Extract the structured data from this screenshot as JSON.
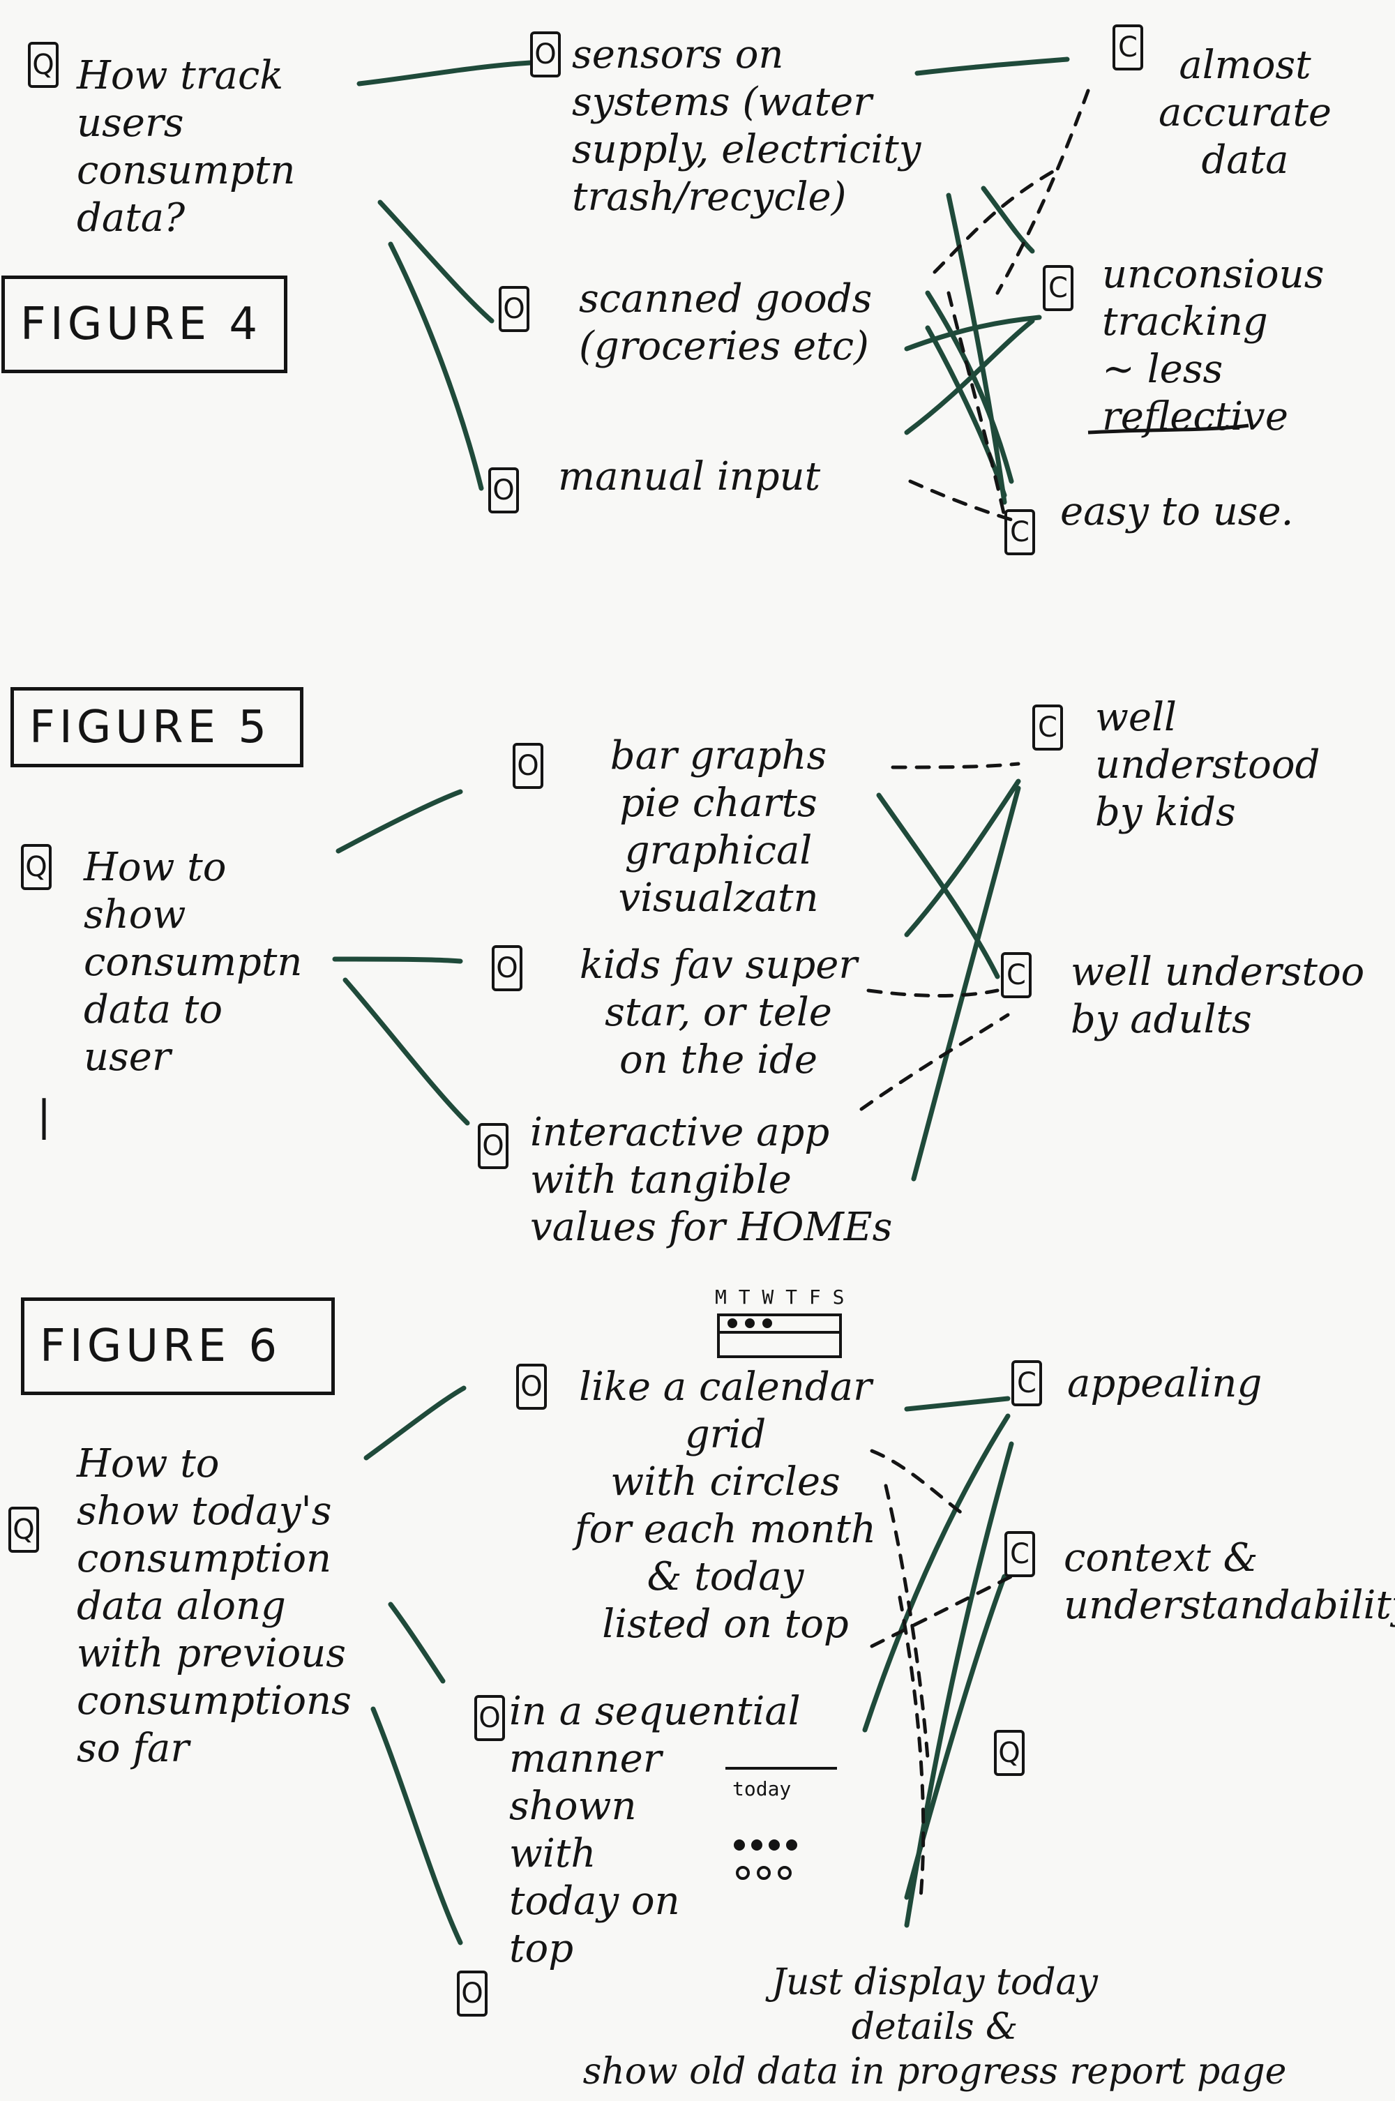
{
  "colors": {
    "ink": "#141414",
    "green_ink": "#1f4a3a",
    "paper": "#f8f8f6"
  },
  "figure4": {
    "label": "FIGURE 4",
    "question": {
      "tag": "Q",
      "text": "How track\nusers consumptn\ndata?"
    },
    "options": [
      {
        "tag": "O",
        "text": "sensors on\nsystems (water\nsupply, electricity\ntrash/recycle)"
      },
      {
        "tag": "O",
        "text": "scanned goods\n(groceries etc)"
      },
      {
        "tag": "O",
        "text": "manual input"
      }
    ],
    "criteria": [
      {
        "tag": "C",
        "text": "almost\naccurate\ndata"
      },
      {
        "tag": "C",
        "text": "unconsious\ntracking\n~ less\nreflective"
      },
      {
        "tag": "C",
        "text": "easy to use."
      }
    ]
  },
  "figure5": {
    "label": "FIGURE 5",
    "question": {
      "tag": "Q",
      "text": "How to\nshow consumptn\ndata to\nuser"
    },
    "options": [
      {
        "tag": "O",
        "text": "bar graphs\npie charts\ngraphical\nvisualzatn"
      },
      {
        "tag": "O",
        "text": "kids fav super\nstar, or tele\non the ide"
      },
      {
        "tag": "O",
        "text": "interactive app\nwith tangible\nvalues for HOMEs"
      }
    ],
    "criteria": [
      {
        "tag": "C",
        "text": "well\nunderstood\nby kids"
      },
      {
        "tag": "C",
        "text": "well understoo\nby adults"
      }
    ],
    "stray_mark": "|"
  },
  "figure6": {
    "label": "FIGURE 6",
    "question": {
      "tag": "Q",
      "text": "How to\nshow today's\nconsumption\ndata along\nwith previous\nconsumptions\nso far"
    },
    "options": [
      {
        "tag": "O",
        "text": "like a calendar\ngrid\nwith circles\nfor each month\n& today\nlisted on top"
      },
      {
        "tag": "O",
        "text": "in a sequential\nmanner\nshown\nwith\ntoday on\ntop"
      },
      {
        "tag": "O",
        "text": "Just display today\ndetails &\nshow old data in progress report page"
      }
    ],
    "criteria": [
      {
        "tag": "C",
        "text": "appealing"
      },
      {
        "tag": "C",
        "text": "context &\nunderstandability"
      }
    ],
    "sketch_calendar_header": "M T W T F S",
    "sketch_seq_label": "today",
    "extra_tag": "Q"
  }
}
